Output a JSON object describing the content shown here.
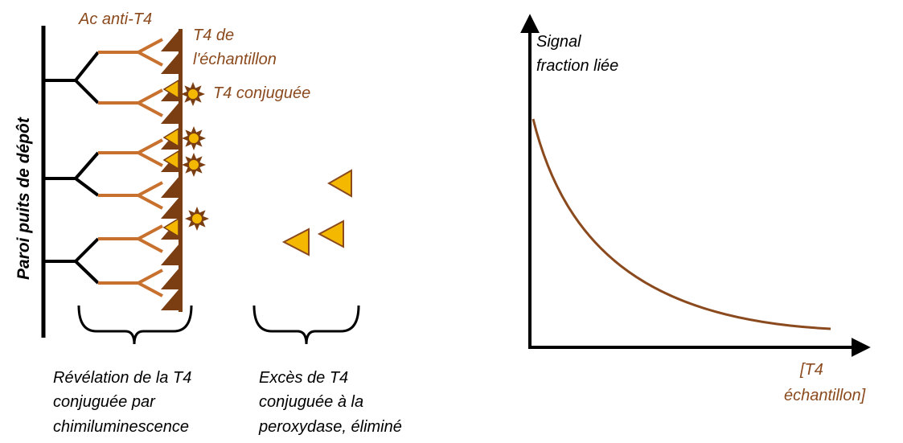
{
  "colors": {
    "antibody_arm": "#C8702E",
    "sample_t4": "#7A3E12",
    "conjugated_t4": "#F5B800",
    "curve": "#8B4A1E",
    "text_brown": "#8B4A1E"
  },
  "diagram": {
    "wall_label": "Paroi puits de dépôt",
    "antibody_label": "Ac anti-T4",
    "sample_t4_label_line1": "T4 de",
    "sample_t4_label_line2": "l'échantillon",
    "conjugated_t4_label": "T4 conjuguée",
    "revelation_caption": [
      "Révélation de la T4",
      "conjuguée par",
      "chimiluminescence"
    ],
    "excess_caption": [
      "Excès de T4",
      "conjuguée à la",
      "peroxydase, éliminé"
    ]
  },
  "graph": {
    "y_label_line1": "Signal",
    "y_label_line2": "fraction liée",
    "x_label_line1": "[T4",
    "x_label_line2": "échantillon]"
  }
}
